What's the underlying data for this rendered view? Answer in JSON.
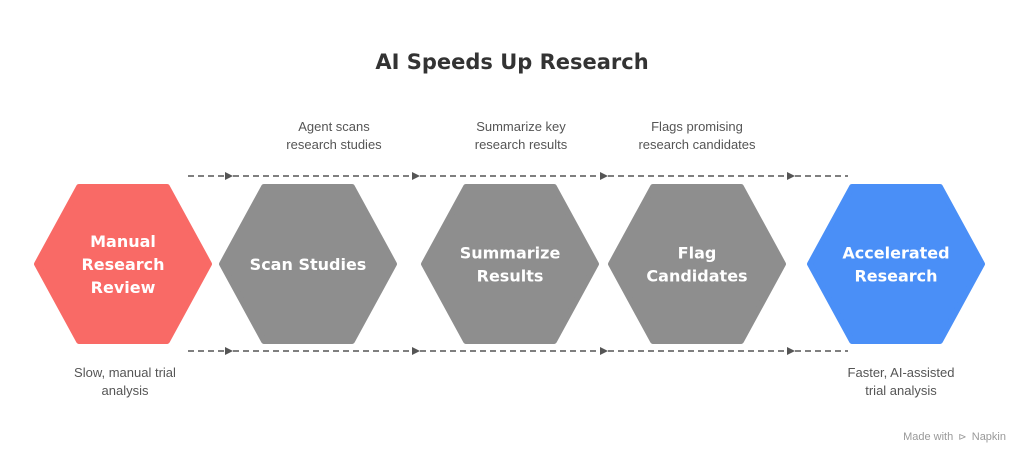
{
  "title": "AI Speeds Up Research",
  "colors": {
    "start": "#f96a66",
    "step": "#8e8e8e",
    "end": "#4a8ff7",
    "text": "#333333",
    "caption": "#555555",
    "arrow": "#555555"
  },
  "nodes": [
    {
      "id": "manual",
      "lines": [
        "Manual",
        "Research",
        "Review"
      ],
      "kind": "start"
    },
    {
      "id": "scan",
      "lines": [
        "Scan Studies"
      ],
      "kind": "step"
    },
    {
      "id": "summarize",
      "lines": [
        "Summarize",
        "Results"
      ],
      "kind": "step"
    },
    {
      "id": "flag",
      "lines": [
        "Flag",
        "Candidates"
      ],
      "kind": "step"
    },
    {
      "id": "accelerated",
      "lines": [
        "Accelerated",
        "Research"
      ],
      "kind": "end"
    }
  ],
  "step_captions": [
    {
      "lines": [
        "Agent scans",
        "research studies"
      ]
    },
    {
      "lines": [
        "Summarize key",
        "research results"
      ]
    },
    {
      "lines": [
        "Flags promising",
        "research candidates"
      ]
    }
  ],
  "start_caption": {
    "lines": [
      "Slow, manual trial",
      "analysis"
    ]
  },
  "end_caption": {
    "lines": [
      "Faster, AI-assisted",
      "trial analysis"
    ]
  },
  "footer": {
    "prefix": "Made with",
    "brand": "Napkin",
    "mark": "⊳"
  }
}
